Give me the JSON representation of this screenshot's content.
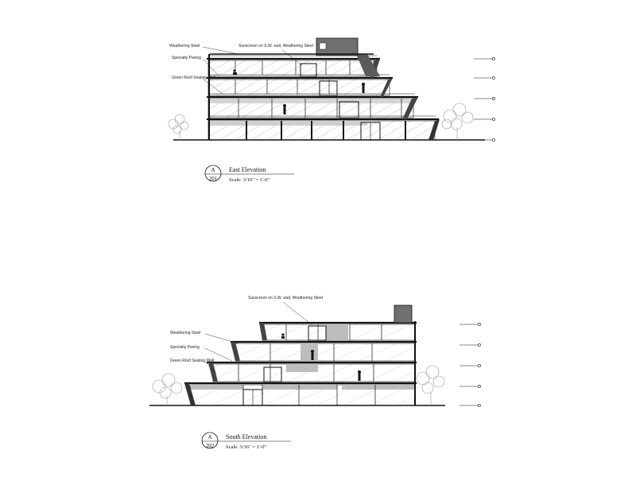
{
  "sheet": {
    "background": "#ffffff",
    "line_color": "#111111",
    "glass_hatch_color": "#9a9a9a",
    "shade_color": "#b8b8b8"
  },
  "elevations": [
    {
      "title": "East Elevation",
      "scale": "Scale: 3/16\" = 1'-0\"",
      "tag_letter": "A",
      "tag_number": "201",
      "notes": {
        "top_note": "Sunscreen on S.W. wall, Weathering Steel",
        "level1": "Weathering Steel",
        "level2": "Specialty Paving",
        "level3": "Green Roof Seating Wall"
      }
    },
    {
      "title": "South Elevation",
      "scale": "Scale: 3/16\" = 1'-0\"",
      "tag_letter": "A",
      "tag_number": "202",
      "notes": {
        "top_note": "Sunscreen on S.W. wall, Weathering Steel",
        "level1": "Weathering Steel",
        "level2": "Specialty Paving",
        "level3": "Green Roof Seating Wall"
      }
    }
  ]
}
